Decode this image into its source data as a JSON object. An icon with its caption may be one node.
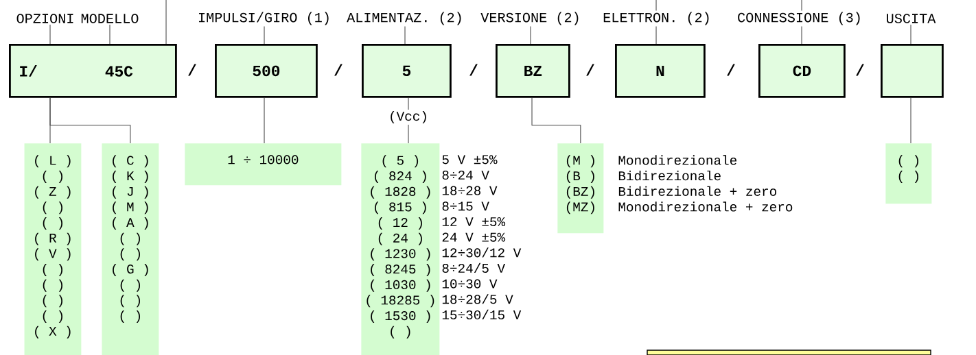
{
  "diagram": {
    "nodes": [
      {
        "text": [
          "OPZIONI"
        ]
      },
      {
        "text": [
          "MODELLO"
        ]
      },
      {
        "text": [
          "IMPULSI/GIRO (1)"
        ]
      },
      {
        "text": [
          "ALIMENTAZ. (2)"
        ]
      },
      {
        "text": [
          "VERSIONE (2)"
        ]
      },
      {
        "text": [
          "ELETTRON. (2)"
        ]
      },
      {
        "text": [
          "CONNESSIONE (3)"
        ]
      },
      {
        "text": [
          "USCITA"
        ]
      },
      {
        "text": [
          "I/",
          "45C"
        ]
      },
      {
        "text": [
          "500"
        ]
      },
      {
        "text": [
          "5"
        ]
      },
      {
        "text": [
          "BZ"
        ]
      },
      {
        "text": [
          "N"
        ]
      },
      {
        "text": [
          "CD"
        ]
      },
      {
        "text": [],
        "shape": "box"
      },
      {
        "text": [
          "(Vcc)"
        ]
      },
      {
        "text": [
          "( L )",
          "( )",
          "( Z )",
          "( )",
          "( )",
          "( R )",
          "( V )",
          "( )",
          "( )",
          "( )",
          "( )",
          "( X )"
        ]
      },
      {
        "text": [
          "( C )",
          "( K )",
          "( J )",
          "( M )",
          "( A )",
          "( )",
          "( )",
          "( G )",
          "( )",
          "( )",
          "( )"
        ]
      },
      {
        "text": [
          "1 ÷ 10000"
        ]
      },
      {
        "text": [
          "( 5 )",
          "( 824 )",
          "( 1828 )",
          "( 815 )",
          "( 12 )",
          "( 24 )",
          "( 1230 )",
          "( 8245 )",
          "( 1030 )",
          "( 18285 )",
          "( 1530 )",
          "( )"
        ],
        "beside": [
          "5 V ±5%",
          "8÷24 V",
          "18÷28 V",
          "8÷15 V",
          "12 V ±5%",
          "24 V ±5%",
          "12÷30/12 V",
          "8÷24/5 V",
          "10÷30 V",
          "18÷28/5 V",
          "15÷30/15 V"
        ]
      },
      {
        "text": [
          "(M )",
          "(B )",
          "(BZ)",
          "(MZ)"
        ],
        "beside": [
          "Monodirezionale",
          "Bidirezionale",
          "Bidirezionale + zero",
          "Monodirezionale + zero"
        ]
      },
      {
        "text": [
          "( )",
          "( )"
        ]
      }
    ],
    "edges": [
      {
        "from": 0,
        "to": 8,
        "arrow": "none"
      },
      {
        "from": 1,
        "to": 8,
        "arrow": "none"
      },
      {
        "from": null,
        "to": 8,
        "arrow": "none"
      },
      {
        "from": 2,
        "to": 9,
        "arrow": "none"
      },
      {
        "from": 3,
        "to": 10,
        "arrow": "none"
      },
      {
        "from": 4,
        "to": 11,
        "arrow": "none"
      },
      {
        "from": null,
        "to": 5,
        "arrow": "none"
      },
      {
        "from": 5,
        "to": 12,
        "arrow": "none"
      },
      {
        "from": null,
        "to": 6,
        "arrow": "none"
      },
      {
        "from": 6,
        "to": 13,
        "arrow": "none"
      },
      {
        "from": 7,
        "to": 14,
        "arrow": "none"
      },
      {
        "from": 8,
        "to": 16,
        "arrow": "none"
      },
      {
        "from": 8,
        "to": 17,
        "arrow": "none"
      },
      {
        "from": 9,
        "to": 18,
        "arrow": "none"
      },
      {
        "from": 10,
        "to": 15,
        "arrow": "none"
      },
      {
        "from": 15,
        "to": 19,
        "arrow": "none"
      },
      {
        "from": 11,
        "to": 20,
        "arrow": "none"
      },
      {
        "from": 14,
        "to": 21,
        "arrow": "none"
      }
    ],
    "labels": [
      "/",
      "/",
      "/",
      "/",
      "/",
      "/"
    ]
  }
}
